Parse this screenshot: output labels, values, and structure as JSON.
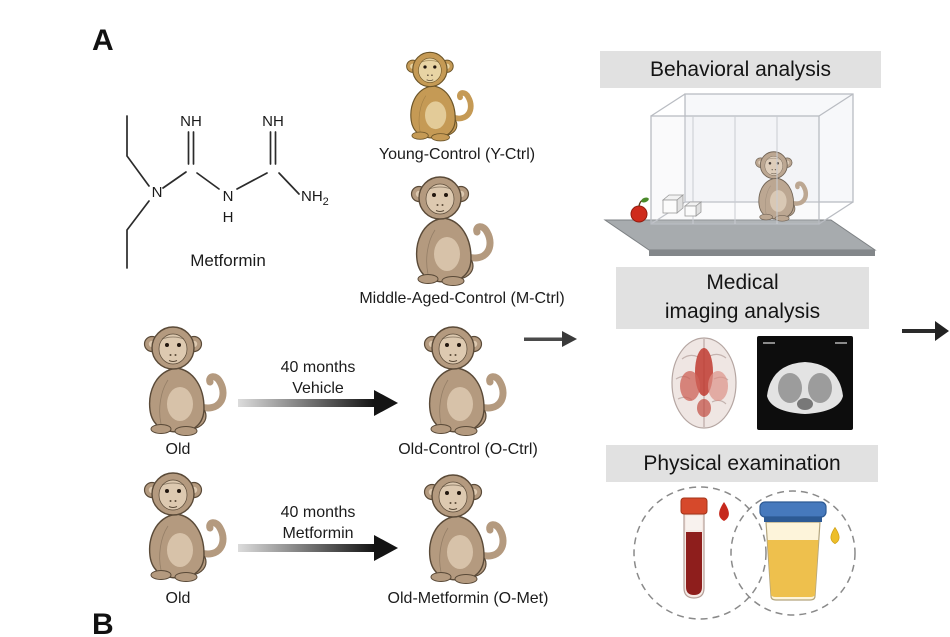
{
  "figure": {
    "panel_a": "A",
    "panel_b": "B"
  },
  "molecule": {
    "name": "Metformin",
    "labels": {
      "imine_left": "NH",
      "imine_right": "NH",
      "amine_n": "N",
      "bridge_n": "N",
      "bridge_h": "H",
      "terminal_amine": "NH",
      "terminal_amine_sub": "2"
    }
  },
  "groups": {
    "young_control": "Young-Control (Y-Ctrl)",
    "middle_aged_control": "Middle-Aged-Control (M-Ctrl)",
    "old_control": "Old-Control (O-Ctrl)",
    "old_metformin": "Old-Metformin (O-Met)",
    "old_top": "Old",
    "old_bottom": "Old"
  },
  "treatments": {
    "vehicle": {
      "duration": "40 months",
      "agent": "Vehicle"
    },
    "metformin": {
      "duration": "40 months",
      "agent": "Metformin"
    }
  },
  "analyses": {
    "behavioral": "Behavioral analysis",
    "imaging_line1": "Medical",
    "imaging_line2": "imaging analysis",
    "physical": "Physical examination"
  },
  "colors": {
    "header_bg": "#e1e1e1",
    "monkey_fur": "#b49a7f",
    "young_monkey_fur": "#c59a55",
    "blood_red": "#8e1e1c",
    "urine_yellow": "#eec04d",
    "lid_blue": "#4679bd",
    "apple_red": "#cf2b1c",
    "brain_activation_red": "#bf3a30"
  }
}
